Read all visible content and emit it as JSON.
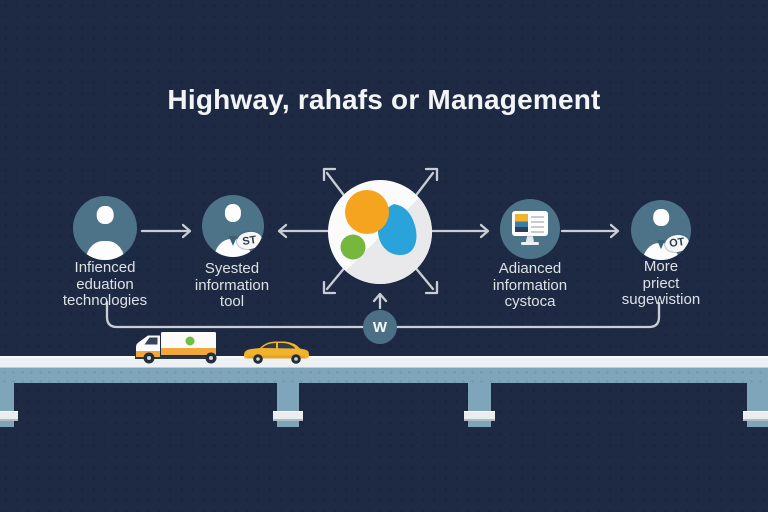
{
  "title": "Highway, rahafs or Management",
  "diagram": {
    "nodes": [
      {
        "id": "influenced-education",
        "icon": "person-icon",
        "label_lines": [
          "Infienced",
          "eduation",
          "technologies"
        ]
      },
      {
        "id": "system-information-tool",
        "icon": "person-badge-icon",
        "badge": "ST",
        "label_lines": [
          "Syested",
          "information",
          "tool"
        ]
      },
      {
        "id": "central-hub",
        "icon": "data-cluster-icon"
      },
      {
        "id": "advanced-information",
        "icon": "monitor-icon",
        "label_lines": [
          "Adianced",
          "information",
          "cystoca"
        ]
      },
      {
        "id": "more-suggestion",
        "icon": "person-badge-icon",
        "badge": "OT",
        "label_lines": [
          "More",
          "priect",
          "sugewistion"
        ]
      }
    ],
    "w_node": {
      "label": "W"
    }
  },
  "scene": {
    "vehicles": [
      {
        "id": "delivery-truck"
      },
      {
        "id": "taxi-car"
      }
    ],
    "structure": "highway-bridge"
  },
  "colors": {
    "background": "#1e2a43",
    "node_circle": "#4d7389",
    "arrow_line": "#c9ced5",
    "hub_orange": "#f5a41f",
    "hub_green": "#76b83e",
    "hub_blue": "#2aa3db",
    "bridge_deck": "#7ea5b9",
    "road_surface": "#eef1f3",
    "truck_stripe": "#f2a73b",
    "taxi_yellow": "#f2b32c",
    "title_text": "#f2f4f6",
    "label_text": "#dce1e6"
  }
}
